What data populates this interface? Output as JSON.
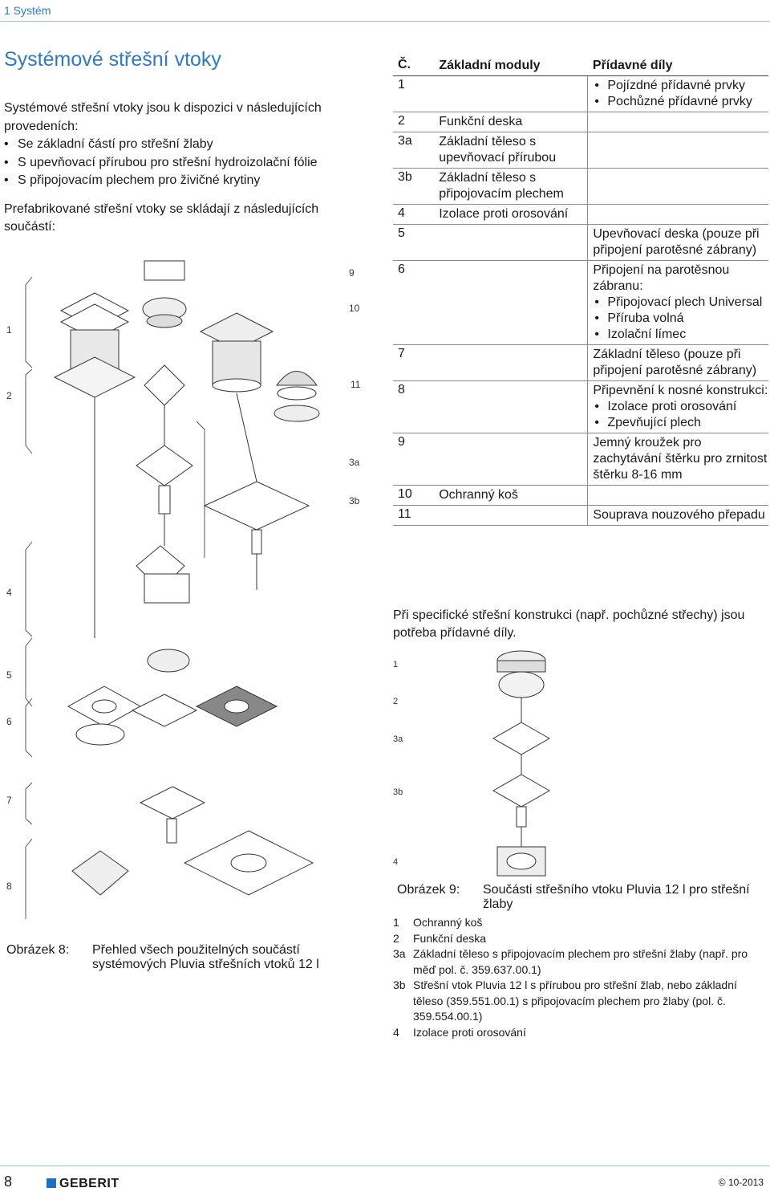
{
  "header": {
    "section": "1 Systém"
  },
  "page_title": "Systémové střešní vtoky",
  "intro": {
    "lead": "Systémové střešní vtoky jsou k dispozici v následujících provedeních:",
    "bullets": [
      "Se základní částí pro střešní žlaby",
      "S upevňovací přírubou pro střešní hydroizolační fólie",
      "S připojovacím plechem pro živičné krytiny"
    ],
    "prefab": "Prefabrikované střešní vtoky se skládají z následujících součástí:"
  },
  "figure8_labels": {
    "left": [
      "1",
      "2",
      "4",
      "5",
      "6",
      "7",
      "8"
    ],
    "right": [
      "9",
      "10",
      "11",
      "3a",
      "3b"
    ]
  },
  "table": {
    "headers": [
      "Č.",
      "Základní moduly",
      "Přídavné díly"
    ],
    "rows": [
      {
        "no": "1",
        "base": "",
        "extra": "",
        "extra_list": [
          "Pojízdné přídavné prvky",
          "Pochůzné přídavné prvky"
        ]
      },
      {
        "no": "2",
        "base": "Funkční deska",
        "extra": "",
        "extra_list": []
      },
      {
        "no": "3a",
        "base": "Základní těleso s upevňovací přírubou",
        "extra": "",
        "extra_list": []
      },
      {
        "no": "3b",
        "base": "Základní těleso s připojovacím plechem",
        "extra": "",
        "extra_list": []
      },
      {
        "no": "4",
        "base": "Izolace proti orosování",
        "extra": "",
        "extra_list": []
      },
      {
        "no": "5",
        "base": "",
        "extra": "Upevňovací deska (pouze při připojení parotěsné zábrany)",
        "extra_list": []
      },
      {
        "no": "6",
        "base": "",
        "extra": "Připojení na parotěsnou zábranu:",
        "extra_list": [
          "Připojovací plech Universal",
          "Příruba volná",
          "Izolační límec"
        ]
      },
      {
        "no": "7",
        "base": "",
        "extra": "Základní těleso (pouze při připojení parotěsné zábrany)",
        "extra_list": []
      },
      {
        "no": "8",
        "base": "",
        "extra": "Připevnění k nosné konstrukci:",
        "extra_list": [
          "Izolace proti orosování",
          "Zpevňující plech"
        ]
      },
      {
        "no": "9",
        "base": "",
        "extra": "Jemný kroužek pro zachytávání štěrku pro zrnitost štěrku 8-16 mm",
        "extra_list": []
      },
      {
        "no": "10",
        "base": "Ochranný koš",
        "extra": "",
        "extra_list": []
      },
      {
        "no": "11",
        "base": "",
        "extra": "Souprava nouzového přepadu",
        "extra_list": []
      }
    ]
  },
  "note": "Při specifické střešní konstrukci (např. pochůzné střechy) jsou potřeba přídavné díly.",
  "figure9_labels": [
    "1",
    "2",
    "3a",
    "3b",
    "4"
  ],
  "figure8_caption": {
    "label": "Obrázek 8:",
    "text": "Přehled všech použitelných součástí systémových Pluvia střešních vtoků 12 l"
  },
  "figure9_caption": {
    "label": "Obrázek 9:",
    "text": "Součásti střešního vtoku Pluvia 12 l pro střešní žlaby"
  },
  "figure9_list": [
    {
      "no": "1",
      "text": "Ochranný koš"
    },
    {
      "no": "2",
      "text": "Funkční deska"
    },
    {
      "no": "3a",
      "text": "Základní těleso s připojovacím plechem pro střešní žlaby (např. pro měď pol. č. 359.637.00.1)"
    },
    {
      "no": "3b",
      "text": "Střešní vtok Pluvia 12 l s přírubou pro střešní žlab, nebo základní těleso (359.551.00.1) s připojovacím plechem pro žlaby (pol. č. 359.554.00.1)"
    },
    {
      "no": "4",
      "text": "Izolace proti orosování"
    }
  ],
  "footer": {
    "page": "8",
    "brand": "GEBERIT",
    "copyright": "© 10-2013"
  }
}
